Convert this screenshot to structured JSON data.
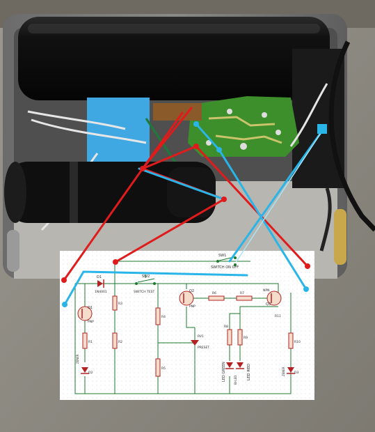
{
  "photo": {
    "description_icons": [
      "lamp-tube",
      "flashlight-head",
      "pcb-board",
      "battery-pack",
      "power-cable"
    ]
  },
  "schematic": {
    "labels": {
      "sw1": "SW1",
      "switch_on_off": "SWITCH ON OFF",
      "d1": "D1",
      "d1_part": "1N4001",
      "sw2": "SW2",
      "switch_test": "SWITCH TEST",
      "q1": "Q1",
      "q1_part": "PNP",
      "q2": "Q2",
      "q2_part": "PNP",
      "q3": "Q3",
      "q3_part": "NPN",
      "r1": "R1",
      "r2": "R2",
      "r3": "R3",
      "r4": "R4",
      "r5": "R5",
      "r6": "R6",
      "r7": "R7",
      "r8": "R8",
      "r9": "R9",
      "r10": "R10",
      "r11": "R11",
      "rv1": "RV1",
      "rv1_part": "PRESET",
      "d2": "D2",
      "d2_part": "ZENER",
      "d3": "D3",
      "d3_part": "ZENER",
      "led_green": "LED GREEN",
      "led_red": "LED RED",
      "led_part": "BI-LED"
    }
  },
  "colors": {
    "wire_red": "#e01b1b",
    "wire_blue": "#29b5e8",
    "board_green": "#3c8f2a",
    "schematic_line": "#1d7a2e",
    "resistor_fill": "#f6dccb",
    "resistor_stroke": "#b22222"
  }
}
